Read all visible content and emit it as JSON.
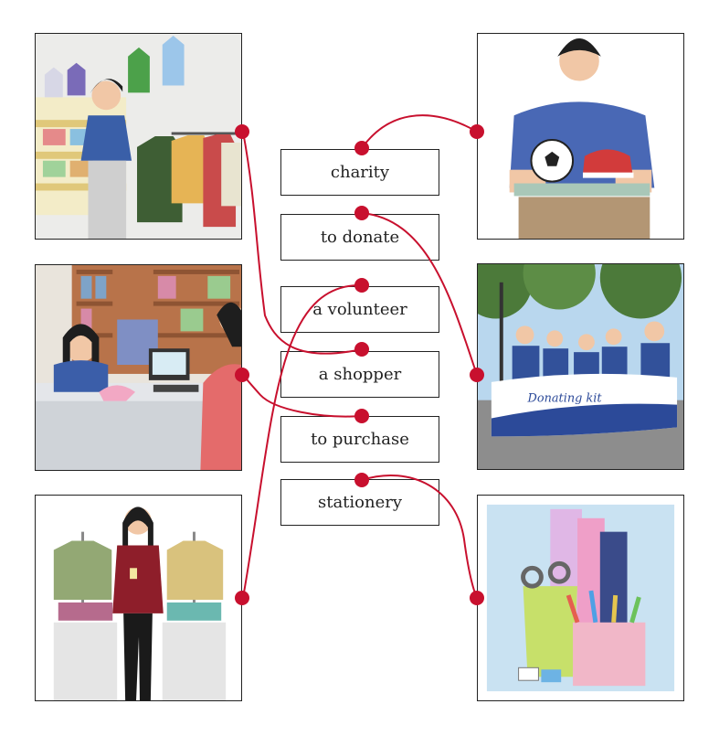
{
  "words": [
    {
      "id": "charity",
      "label": "charity"
    },
    {
      "id": "donate",
      "label": "to donate"
    },
    {
      "id": "volunteer",
      "label": "a volunteer"
    },
    {
      "id": "shopper",
      "label": "a shopper"
    },
    {
      "id": "purchase",
      "label": "to purchase"
    },
    {
      "id": "stationery",
      "label": "stationery"
    }
  ],
  "pictures": [
    {
      "id": "clothing-store-browsing",
      "subject": "woman browsing clothes on a rack in a shop"
    },
    {
      "id": "cashier-counter",
      "subject": "customer paying at a shop counter"
    },
    {
      "id": "sales-assistant",
      "subject": "shop worker with a name badge"
    },
    {
      "id": "donation-box",
      "subject": "person holding a box with ball, shoes and clothes"
    },
    {
      "id": "volunteers-banner",
      "subject": "group in matching vests holding a banner",
      "banner_text": "Donating kit"
    },
    {
      "id": "stationery-set",
      "subject": "pens, scissors and folders"
    }
  ],
  "matches": [
    {
      "word": "charity",
      "picture": "donation-box"
    },
    {
      "word": "donate",
      "picture": "volunteers-banner"
    },
    {
      "word": "volunteer",
      "picture": "sales-assistant"
    },
    {
      "word": "shopper",
      "picture": "clothing-store-browsing"
    },
    {
      "word": "purchase",
      "picture": "cashier-counter"
    },
    {
      "word": "stationery",
      "picture": "stationery-set"
    }
  ],
  "colors": {
    "line": "#c8102e",
    "border": "#222222"
  }
}
